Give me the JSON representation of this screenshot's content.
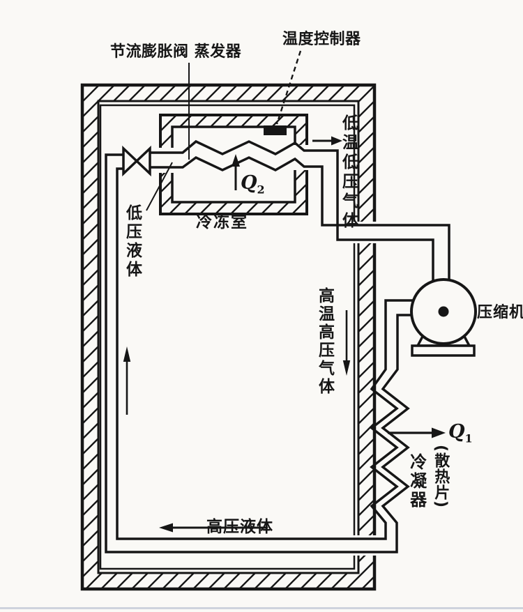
{
  "meta": {
    "title": "Refrigerator refrigeration cycle schematic",
    "background": "#faf9f6",
    "ink_color": "#161616",
    "edge_strip_color": "#c6cdd8"
  },
  "labels": {
    "expansion_valve_evaporator": "节流膨胀阀 蒸发器",
    "temperature_controller": "温度控制器",
    "low_temp_low_pressure_gas": "低温低压气体",
    "low_pressure_liquid": "低压液体",
    "freezer_compartment": "冷冻室",
    "high_temp_high_pressure_gas": "高温高压气体",
    "compressor": "压缩机",
    "condenser": "冷凝器",
    "heat_sink_fins": "(散热片)",
    "high_pressure_liquid": "高压液体",
    "q1": {
      "main": "Q",
      "sub": "1"
    },
    "q2": {
      "main": "Q",
      "sub": "2"
    }
  }
}
